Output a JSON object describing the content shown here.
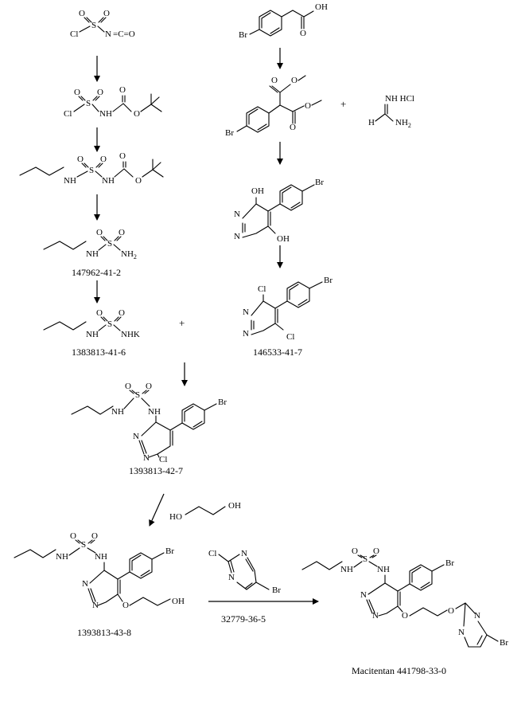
{
  "atoms": {
    "cl": "Cl",
    "s": "S",
    "o": "O",
    "n": "N",
    "c": "C",
    "br": "Br",
    "h": "H",
    "oh": "OH",
    "nh": "NH",
    "ho": "HO",
    "nh2_main": "NH",
    "nh2_sub": "2",
    "nhk": "NHK",
    "hcl": "NH  HCl",
    "eq_nco": "=C=O"
  },
  "labels": {
    "cas_147962": "147962-41-2",
    "cas_1383813": "1383813-41-6",
    "cas_146533": "146533-41-7",
    "cas_1393813_42": "1393813-42-7",
    "cas_1393813_43": "1393813-43-8",
    "cas_32779": "32779-36-5",
    "product": "Macitentan 441798-33-0"
  },
  "symbols": {
    "plus": "+"
  },
  "colors": {
    "ink": "#000000",
    "background": "#ffffff"
  }
}
